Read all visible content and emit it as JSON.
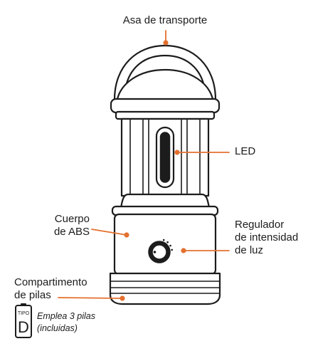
{
  "labels": {
    "handle": "Asa de transporte",
    "led": "LED",
    "body": [
      "Cuerpo",
      "de ABS"
    ],
    "dimmer": [
      "Regulador",
      "de intensidad",
      "de luz"
    ],
    "battery_compartment": [
      "Compartimento",
      "de pilas"
    ]
  },
  "battery_icon": {
    "type_label": "TIPO",
    "size_label": "D"
  },
  "battery_note": [
    "Emplea 3 pilas",
    "(incluidas)"
  ],
  "colors": {
    "accent": "#e4702e",
    "outline": "#1c1c1c",
    "background": "#ffffff"
  }
}
